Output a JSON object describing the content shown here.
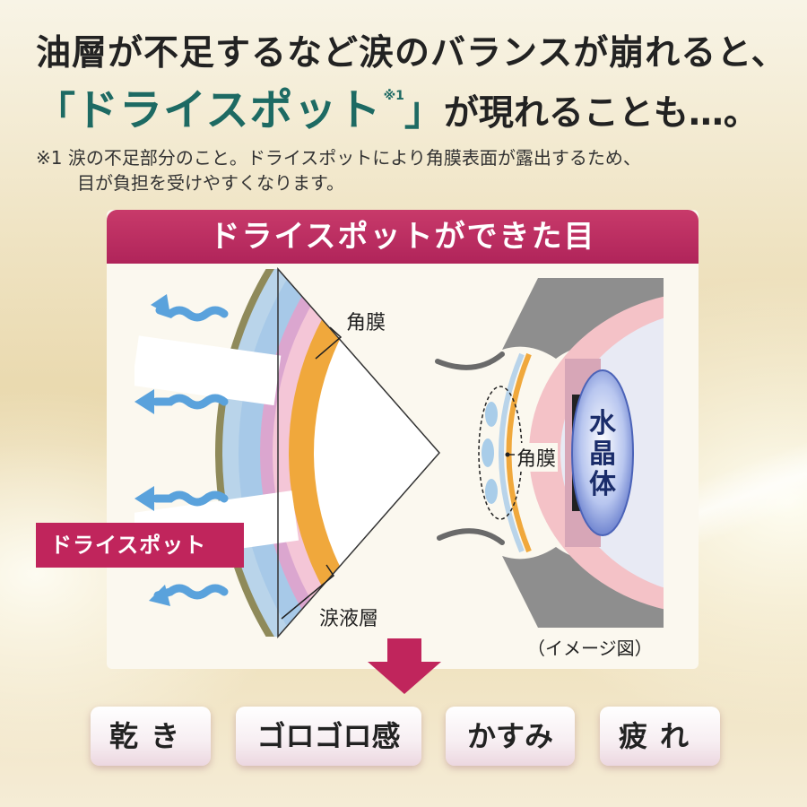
{
  "headline": {
    "line1": "油層が不足するなど涙のバランスが崩れると、",
    "open_bracket": "「",
    "term": "ドライスポット",
    "footnote_mark": "※1",
    "close_bracket": "」",
    "line2_rest": "が現れることも…。"
  },
  "footnote": {
    "line1": "※1 涙の不足部分のこと。ドライスポットにより角膜表面が露出するため、",
    "line2": "目が負担を受けやすくなります。"
  },
  "panel": {
    "title": "ドライスポットができた目",
    "label_cornea": "角膜",
    "label_tear_layer": "涙液層",
    "label_cornea_eye": "角膜",
    "label_lens": "水晶体",
    "dry_spot_tag": "ドライスポット",
    "image_note": "（イメージ図）"
  },
  "symptoms": [
    "乾き",
    "ゴロゴロ感",
    "かすみ",
    "疲れ"
  ],
  "colors": {
    "accent_pink": "#c0255c",
    "teal": "#1d6a63",
    "cornea_orange": "#f0a83c",
    "tear_blue": "#a9cde9",
    "arrow_blue": "#5aa2dc"
  }
}
